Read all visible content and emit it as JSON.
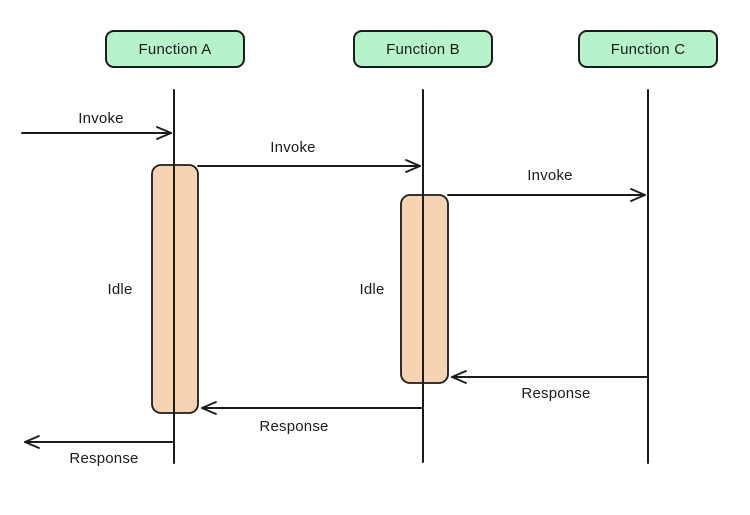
{
  "diagram": {
    "type": "sequence-diagram",
    "actors": [
      {
        "id": "function-a",
        "label": "Function A"
      },
      {
        "id": "function-b",
        "label": "Function B"
      },
      {
        "id": "function-c",
        "label": "Function C"
      }
    ],
    "messages": [
      {
        "label": "Invoke",
        "from": "external-caller",
        "to": "function-a",
        "direction": "right"
      },
      {
        "label": "Invoke",
        "from": "function-a",
        "to": "function-b",
        "direction": "right"
      },
      {
        "label": "Invoke",
        "from": "function-b",
        "to": "function-c",
        "direction": "right"
      },
      {
        "label": "Response",
        "from": "function-c",
        "to": "function-b",
        "direction": "left"
      },
      {
        "label": "Response",
        "from": "function-b",
        "to": "function-a",
        "direction": "left"
      },
      {
        "label": "Response",
        "from": "function-a",
        "to": "external-caller",
        "direction": "left"
      }
    ],
    "activations": [
      {
        "actor": "function-a",
        "label": "Idle"
      },
      {
        "actor": "function-b",
        "label": "Idle"
      }
    ],
    "colors": {
      "actor_fill": "#b6f2ca",
      "activation_fill": "#f6d3b2",
      "stroke": "#1b1b1b",
      "background": "#ffffff"
    }
  }
}
